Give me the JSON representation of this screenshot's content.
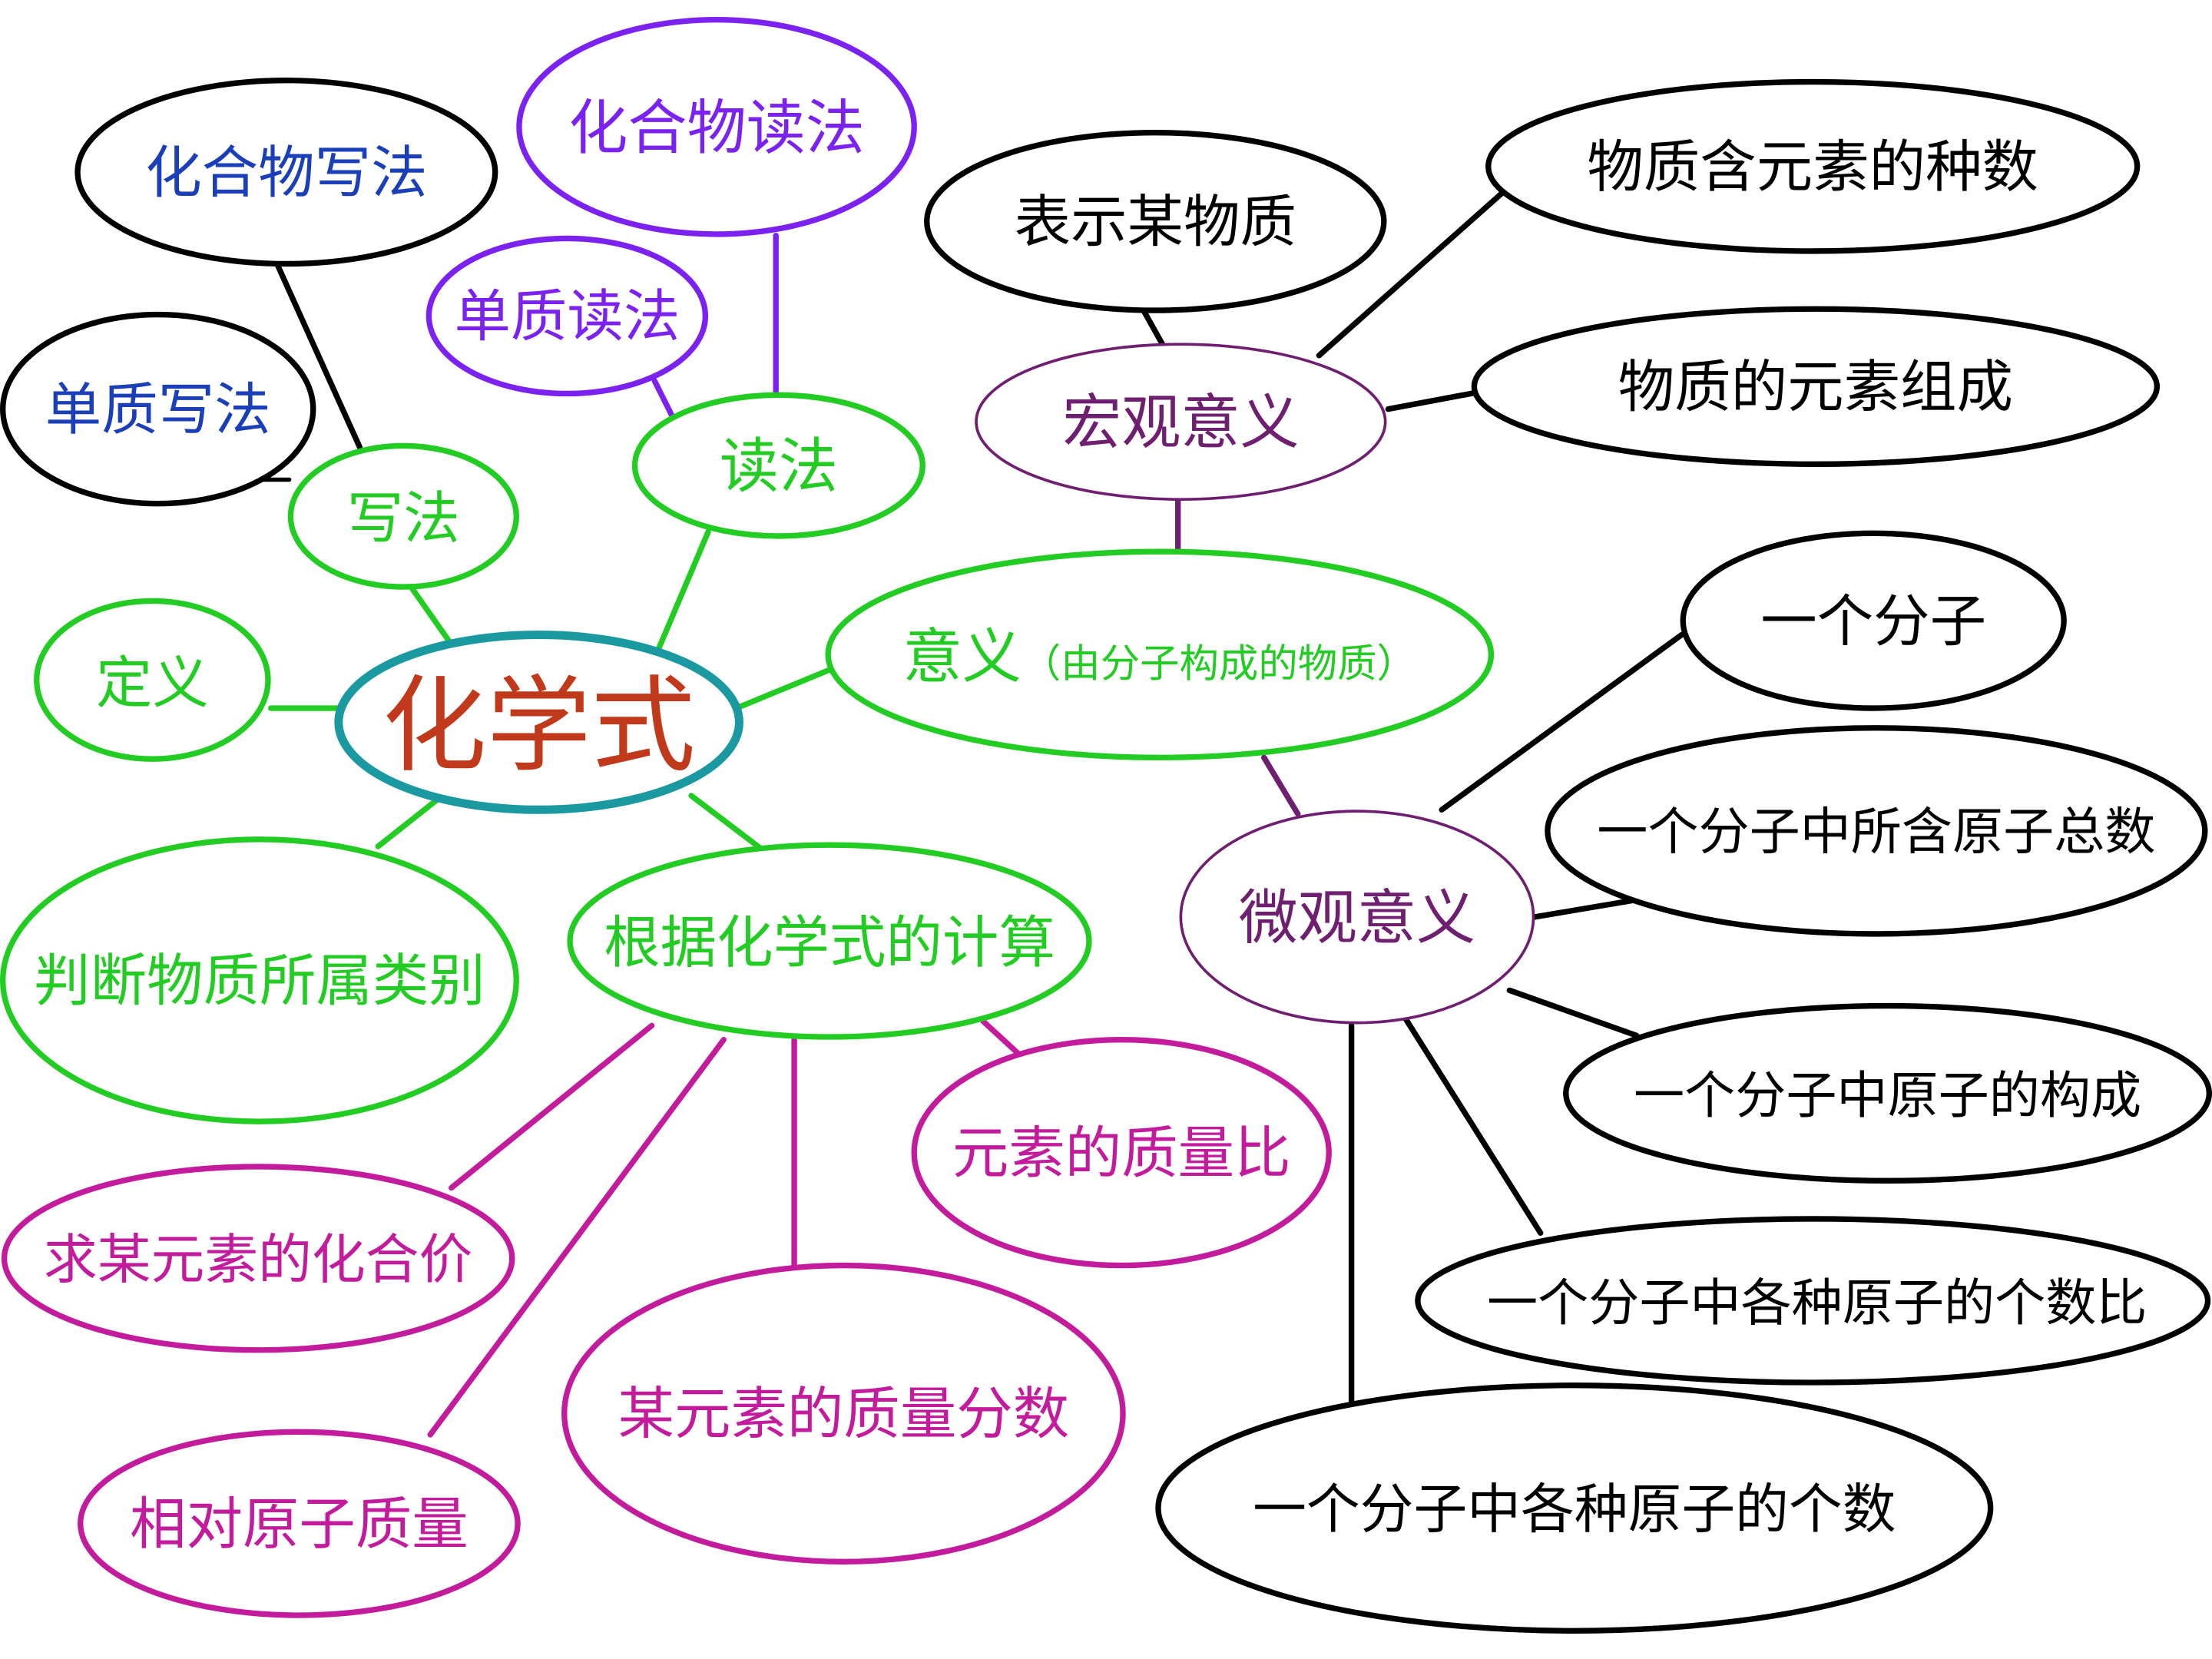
{
  "title": "化学式",
  "colors": {
    "center_border": "#1a9aa0",
    "center_text": "#c0391b",
    "green": "#22cc22",
    "purple_node": "#6f1f6f",
    "magenta": "#c21c9c",
    "violet": "#7b22f0",
    "blue_text": "#1a3fb8",
    "black": "#000000"
  },
  "nodes": {
    "definition": "定义",
    "writing": "写法",
    "reading": "读法",
    "meaning": "意义",
    "meaning_note": "（由分子构成的物质）",
    "classify": "判断物质所属类别",
    "calculation": "根据化学式的计算",
    "element_write": "单质写法",
    "compound_write": "化合物写法",
    "element_read": "单质读法",
    "compound_read": "化合物读法",
    "macro": "宏观意义",
    "micro": "微观意义",
    "macro_1": "表示某物质",
    "macro_2": "物质含元素的种数",
    "macro_3": "物质的元素组成",
    "micro_1": "一个分子",
    "micro_2": "一个分子中所含原子总数",
    "micro_3": "一个分子中原子的构成",
    "micro_4": "一个分子中各种原子的个数比",
    "micro_5": "一个分子中各种原子的个数",
    "calc_1": "元素的质量比",
    "calc_2": "求某元素的化合价",
    "calc_3": "某元素的质量分数",
    "calc_4": "相对原子质量"
  }
}
